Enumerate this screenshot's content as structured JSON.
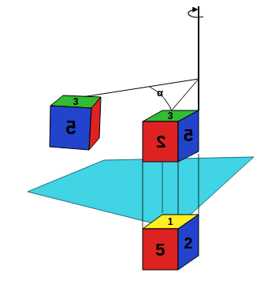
{
  "diagram": {
    "labels": [
      "α",
      "3",
      "5",
      "3",
      "2",
      "5",
      "1",
      "5",
      "2"
    ]
  }
}
